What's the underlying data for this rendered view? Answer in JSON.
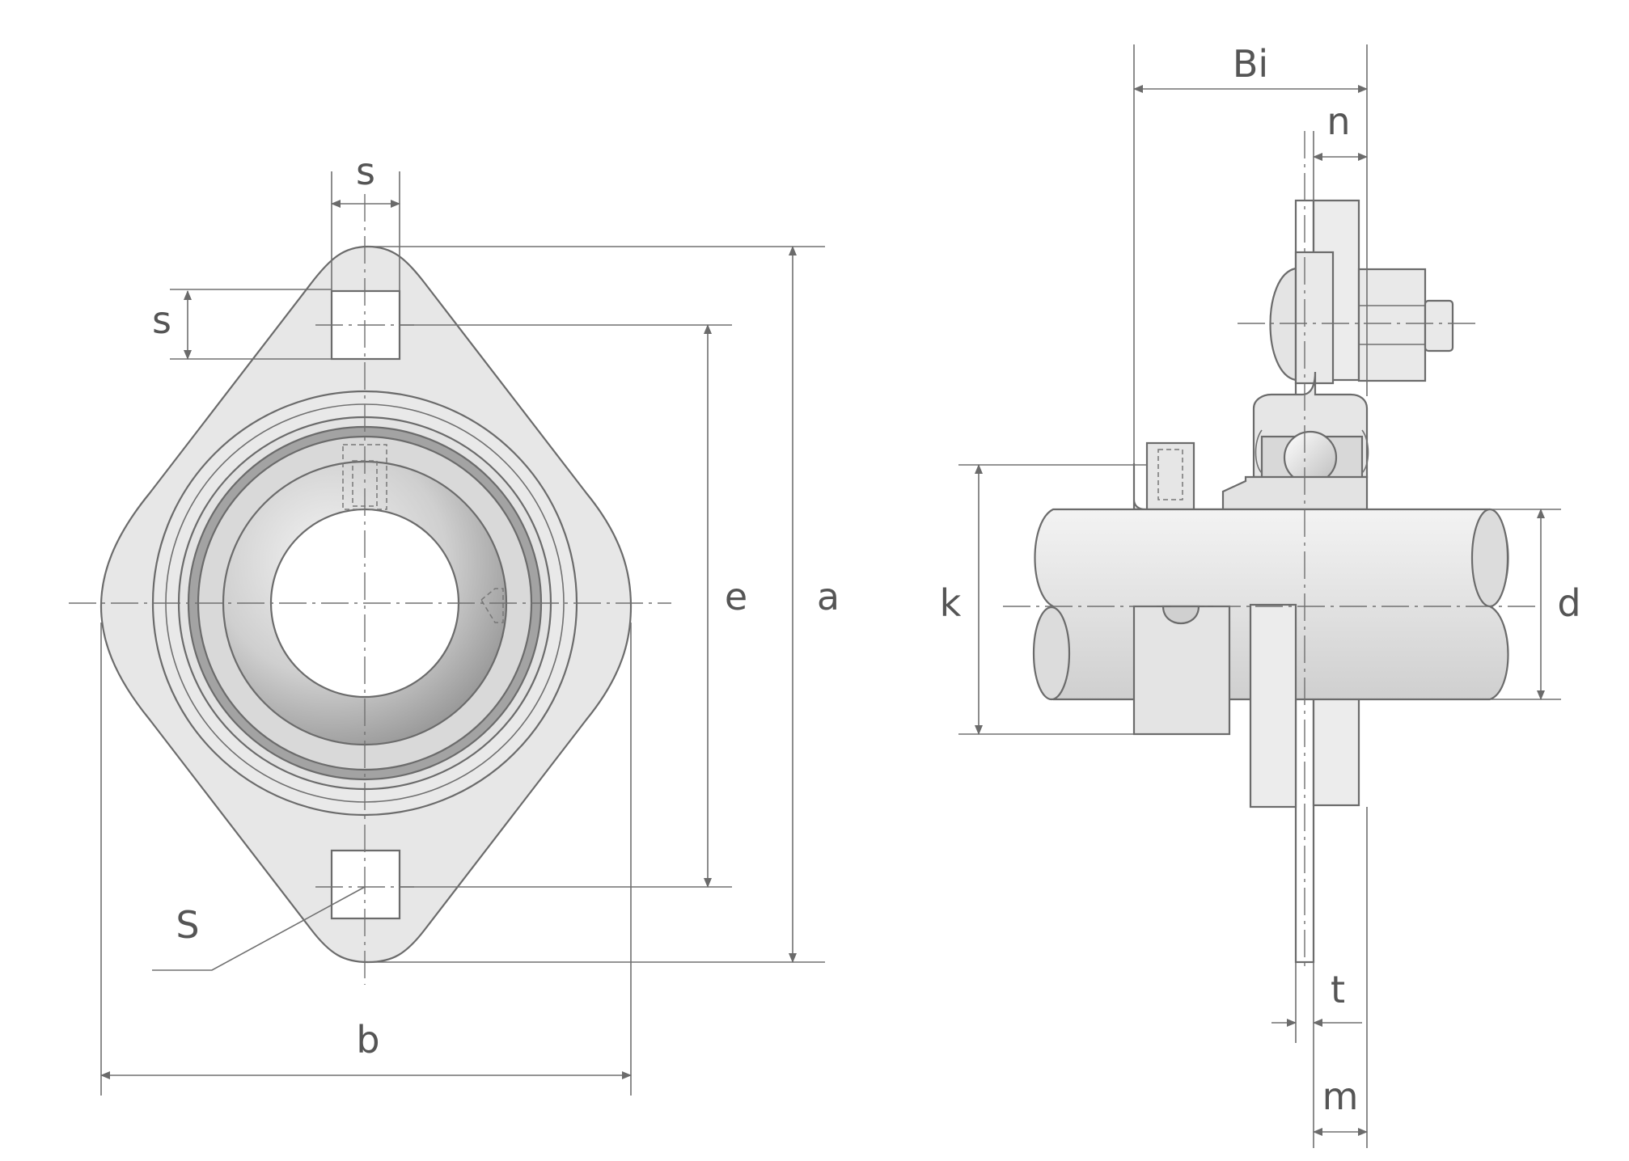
{
  "title": "",
  "views": {
    "front": {
      "labels": {
        "s_width": "s",
        "s_height": "s",
        "e": "e",
        "a": "a",
        "b": "b",
        "S": "S"
      }
    },
    "side": {
      "labels": {
        "Bi": "Bi",
        "n": "n",
        "k": "k",
        "d": "d",
        "t": "t",
        "m": "m"
      }
    }
  },
  "colors": {
    "line": "#6b6b6b",
    "housing_fill": "#e7e7e7",
    "ring_dark": "#9a9a9a",
    "label": "#555555"
  }
}
